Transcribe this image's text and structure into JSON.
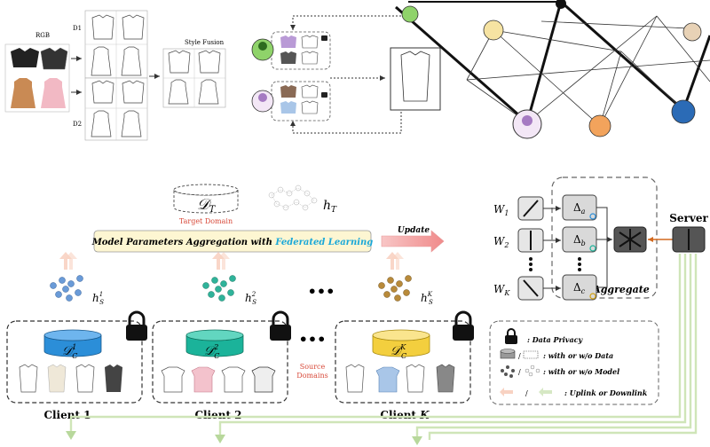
{
  "top_left": {
    "rgb_label": "RGB",
    "d1_label": "D1",
    "d2_label": "D2",
    "style_fusion_label": "Style Fusion"
  },
  "target": {
    "domain_symbol": "𝒟",
    "domain_sub": "T",
    "domain_label": "Target Domain",
    "model_symbol": "h",
    "model_sub": "T"
  },
  "aggregation": {
    "prefix": "Model Parameters Aggregation with ",
    "highlight": "Federated Learning",
    "highlight_color": "#1aa8d8"
  },
  "update_label": "Update",
  "clients": [
    {
      "name": "Client 1",
      "db_sup": "1",
      "model_sup": "1",
      "db_color": "#2b8ed8"
    },
    {
      "name": "Client 2",
      "db_sup": "2",
      "model_sup": "2",
      "db_color": "#1bb39a"
    },
    {
      "name": "Client K",
      "db_sup": "K",
      "model_sup": "K",
      "db_color": "#f3cf3e"
    }
  ],
  "client_db_symbol": "𝒟",
  "client_db_sub": "C",
  "client_model_symbol": "h",
  "client_model_sub": "S",
  "ellipsis": "•••",
  "source_domains_label": "Source\nDomains",
  "weights": [
    {
      "symbol": "W",
      "sub": "1"
    },
    {
      "symbol": "W",
      "sub": "2"
    },
    {
      "symbol": "W",
      "sub": "K"
    }
  ],
  "deltas": [
    {
      "symbol": "Δ",
      "sub": "a"
    },
    {
      "symbol": "Δ",
      "sub": "b"
    },
    {
      "symbol": "Δ",
      "sub": "c"
    }
  ],
  "aggregate_label": "Aggregate",
  "server_label": "Server",
  "legend": {
    "items": [
      {
        "icon": "lock-icon",
        "text": ": Data Privacy"
      },
      {
        "icon": "database-icon",
        "text": ": with or w/o Data"
      },
      {
        "icon": "model-icon",
        "text": ": with or w/o Model"
      },
      {
        "icon": "arrow-icon",
        "text": ": Uplink or Downlink"
      }
    ]
  },
  "colors": {
    "uplink": "#f8d2c2",
    "downlink": "#d6e8c4",
    "update_arrow": "#f4a6a6",
    "aggregation_bar": "#fdf6d2",
    "target_label": "#d84a3a"
  }
}
